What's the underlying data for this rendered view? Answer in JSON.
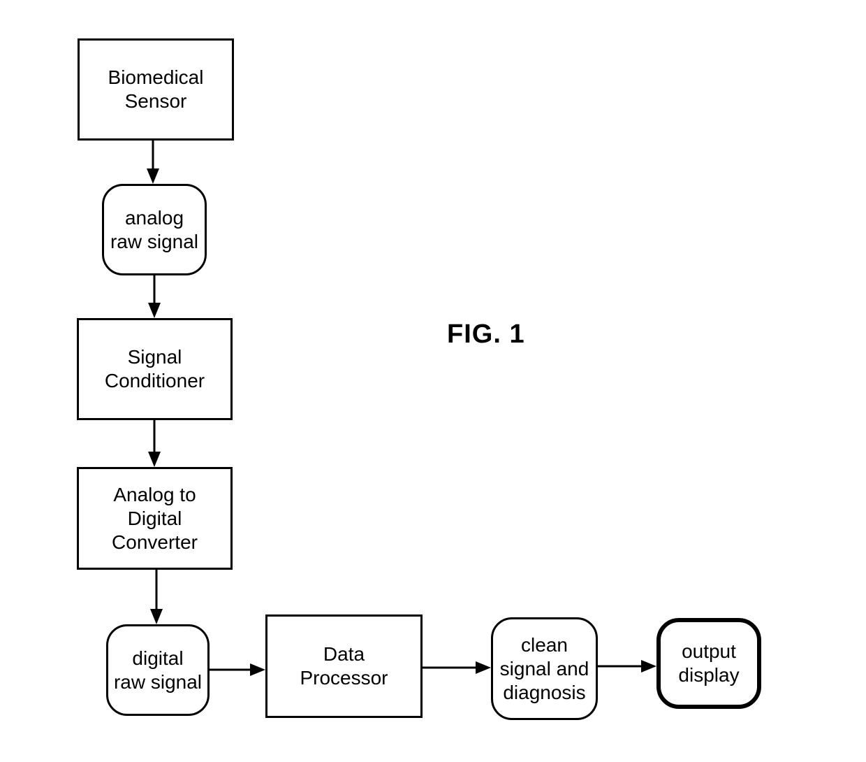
{
  "figure": {
    "caption": "FIG. 1"
  },
  "diagram": {
    "type": "flowchart",
    "colors": {
      "line": "#000000",
      "background": "#ffffff",
      "text": "#000000"
    },
    "nodes": [
      {
        "id": "biomedical-sensor",
        "label": "Biomedical\nSensor",
        "shape": "rectangle"
      },
      {
        "id": "analog-raw-signal",
        "label": "analog\nraw signal",
        "shape": "rounded-rectangle"
      },
      {
        "id": "signal-conditioner",
        "label": "Signal\nConditioner",
        "shape": "rectangle"
      },
      {
        "id": "analog-digital-converter",
        "label": "Analog to\nDigital\nConverter",
        "shape": "rectangle"
      },
      {
        "id": "digital-raw-signal",
        "label": "digital\nraw signal",
        "shape": "rounded-rectangle"
      },
      {
        "id": "data-processor",
        "label": "Data\nProcessor",
        "shape": "rectangle"
      },
      {
        "id": "clean-signal-diagnosis",
        "label": "clean\nsignal and\ndiagnosis",
        "shape": "rounded-rectangle"
      },
      {
        "id": "output-display",
        "label": "output\ndisplay",
        "shape": "rounded-rectangle-thick"
      }
    ],
    "edges": [
      {
        "from": "biomedical-sensor",
        "to": "analog-raw-signal",
        "direction": "down"
      },
      {
        "from": "analog-raw-signal",
        "to": "signal-conditioner",
        "direction": "down"
      },
      {
        "from": "signal-conditioner",
        "to": "analog-digital-converter",
        "direction": "down"
      },
      {
        "from": "analog-digital-converter",
        "to": "digital-raw-signal",
        "direction": "down"
      },
      {
        "from": "digital-raw-signal",
        "to": "data-processor",
        "direction": "right"
      },
      {
        "from": "data-processor",
        "to": "clean-signal-diagnosis",
        "direction": "right"
      },
      {
        "from": "clean-signal-diagnosis",
        "to": "output-display",
        "direction": "right"
      }
    ]
  }
}
